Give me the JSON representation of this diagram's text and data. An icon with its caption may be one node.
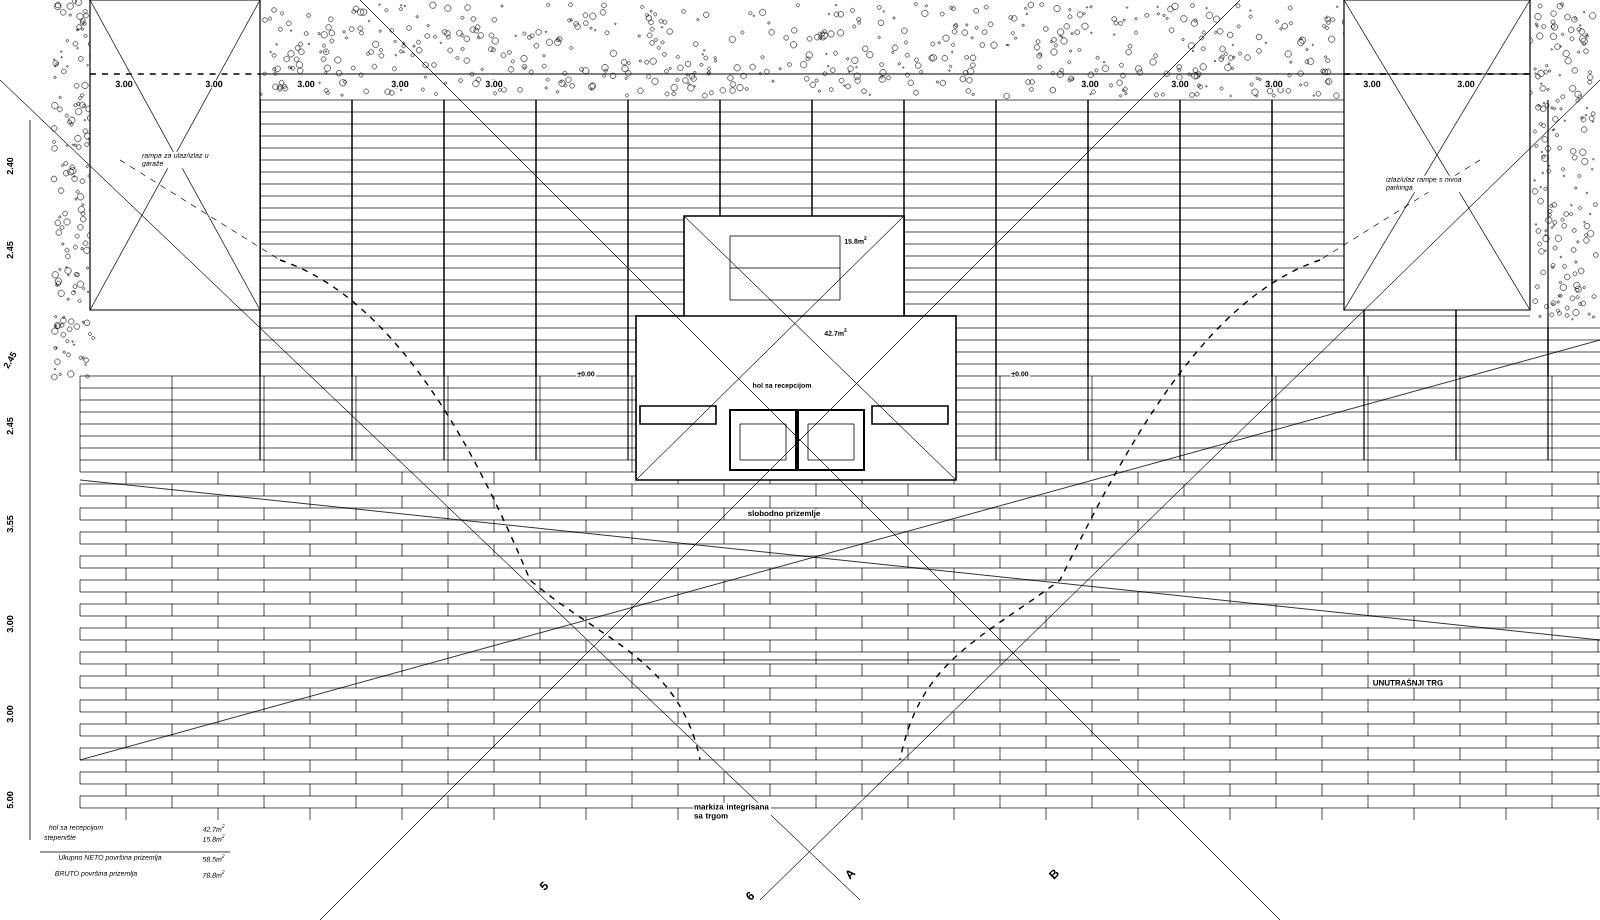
{
  "diagram": {
    "labels": [
      "3.00",
      "3.00",
      "3.00",
      "3.00",
      "3.00",
      "3.00",
      "3.00",
      "3.00",
      "3.00",
      "3.00",
      "2.40",
      "rampa za ulaz/izlaz u garaže",
      "izlaz/ulaz rampe s nivoa parkinga",
      "15.8m$^{2}$",
      "2.45",
      "42.7m$^{2}$",
      "2.45",
      "±0.00",
      "hol sa recepcijom",
      "±0.00",
      "2.45",
      "3.55",
      "slobodno prizemlje",
      "3.00",
      "UNUTRAŠNJI TRG",
      "3.00",
      "markiza integrisana sa trgom",
      "5.00",
      "hol sa recepcijom",
      "42.7m$^{2}$",
      "stepenište",
      "15.8m$^{2}$",
      "Ukupno NETO površina prizemlja",
      "58.5m$^{2}$",
      "BRUTO površina prizemlja",
      "78.8m$^{2}$",
      "5",
      "6",
      "A",
      "B"
    ]
  }
}
